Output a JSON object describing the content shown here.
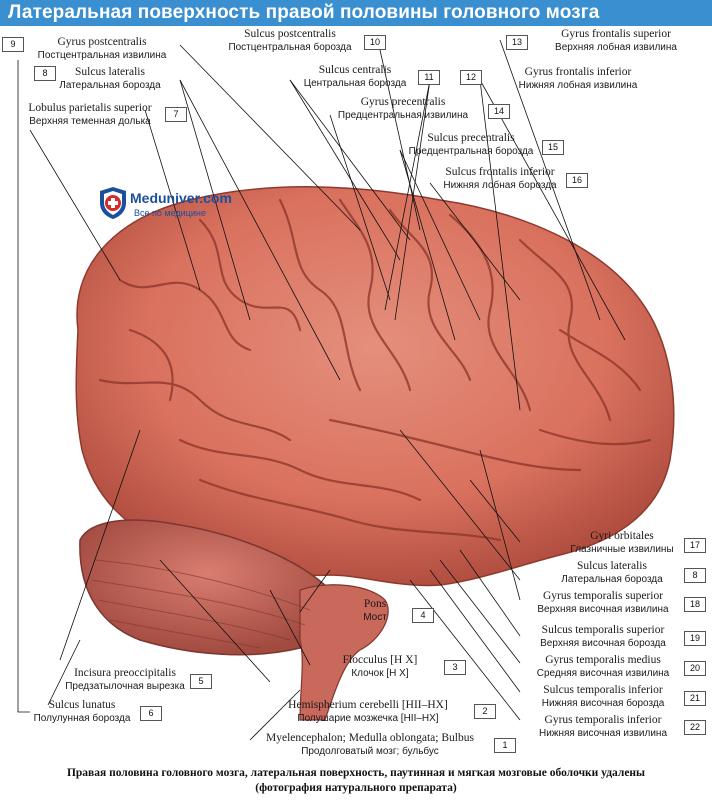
{
  "title": "Латеральная поверхность правой половины головного мозга",
  "watermark": {
    "name": "Meduniver.com",
    "tagline": "Все по медицине"
  },
  "labels": [
    {
      "n": "1",
      "la": "Myelencephalon; Medulla oblongata; Bulbus",
      "ru": "Продолговатый мозг; бульбус"
    },
    {
      "n": "2",
      "la": "Hemispherium cerebelli [HII–HX]",
      "ru": "Полушарие мозжечка [HII–HX]"
    },
    {
      "n": "3",
      "la": "Flocculus [H X]",
      "ru": "Клочок [H X]"
    },
    {
      "n": "4",
      "la": "Pons",
      "ru": "Мост"
    },
    {
      "n": "5",
      "la": "Incisura preoccipitalis",
      "ru": "Предзатылочная вырезка"
    },
    {
      "n": "6",
      "la": "Sulcus lunatus",
      "ru": "Полулунная борозда"
    },
    {
      "n": "7",
      "la": "Lobulus parietalis superior",
      "ru": "Верхняя теменная долька"
    },
    {
      "n": "8",
      "la": "Sulcus lateralis",
      "ru": "Латеральная борозда"
    },
    {
      "n": "9",
      "la": "Gyrus postcentralis",
      "ru": "Постцентральная извилина"
    },
    {
      "n": "10",
      "la": "Sulcus postcentralis",
      "ru": "Постцентральная борозда"
    },
    {
      "n": "11",
      "la": "Sulcus centralis",
      "ru": "Центральная борозда"
    },
    {
      "n": "12",
      "la": "Gyrus frontalis inferior",
      "ru": "Нижняя лобная извилина"
    },
    {
      "n": "13",
      "la": "Gyrus frontalis superior",
      "ru": "Верхняя лобная извилина"
    },
    {
      "n": "14",
      "la": "Gyrus precentralis",
      "ru": "Предцентральная извилина"
    },
    {
      "n": "15",
      "la": "Sulcus precentralis",
      "ru": "Предцентральная борозда"
    },
    {
      "n": "16",
      "la": "Sulcus frontalis inferior",
      "ru": "Нижняя лобная борозда"
    },
    {
      "n": "17",
      "la": "Gyri orbitales",
      "ru": "Глазничные извилины"
    },
    {
      "n": "8",
      "la": "Sulcus lateralis",
      "ru": "Латеральная борозда"
    },
    {
      "n": "18",
      "la": "Gyrus temporalis superior",
      "ru": "Верхняя височная извилина"
    },
    {
      "n": "19",
      "la": "Sulcus temporalis superior",
      "ru": "Верхняя височная борозда"
    },
    {
      "n": "20",
      "la": "Gyrus temporalis medius",
      "ru": "Средняя височная извилина"
    },
    {
      "n": "21",
      "la": "Sulcus temporalis inferior",
      "ru": "Нижняя височная борозда"
    },
    {
      "n": "22",
      "la": "Gyrus temporalis inferior",
      "ru": "Нижняя височная извилина"
    }
  ],
  "caption": {
    "line1": "Правая половина головного мозга, латеральная поверхность, паутинная и мягкая мозговые оболочки удалены",
    "line2": "(фотография натурального препарата)"
  },
  "colors": {
    "title_bar": "#3a8fd0",
    "brain": "#d9715e",
    "brain_dark": "#a9473a",
    "cerebellum": "#c8665a",
    "logo_blue": "#1c4f9c",
    "logo_red": "#d42b2b"
  }
}
